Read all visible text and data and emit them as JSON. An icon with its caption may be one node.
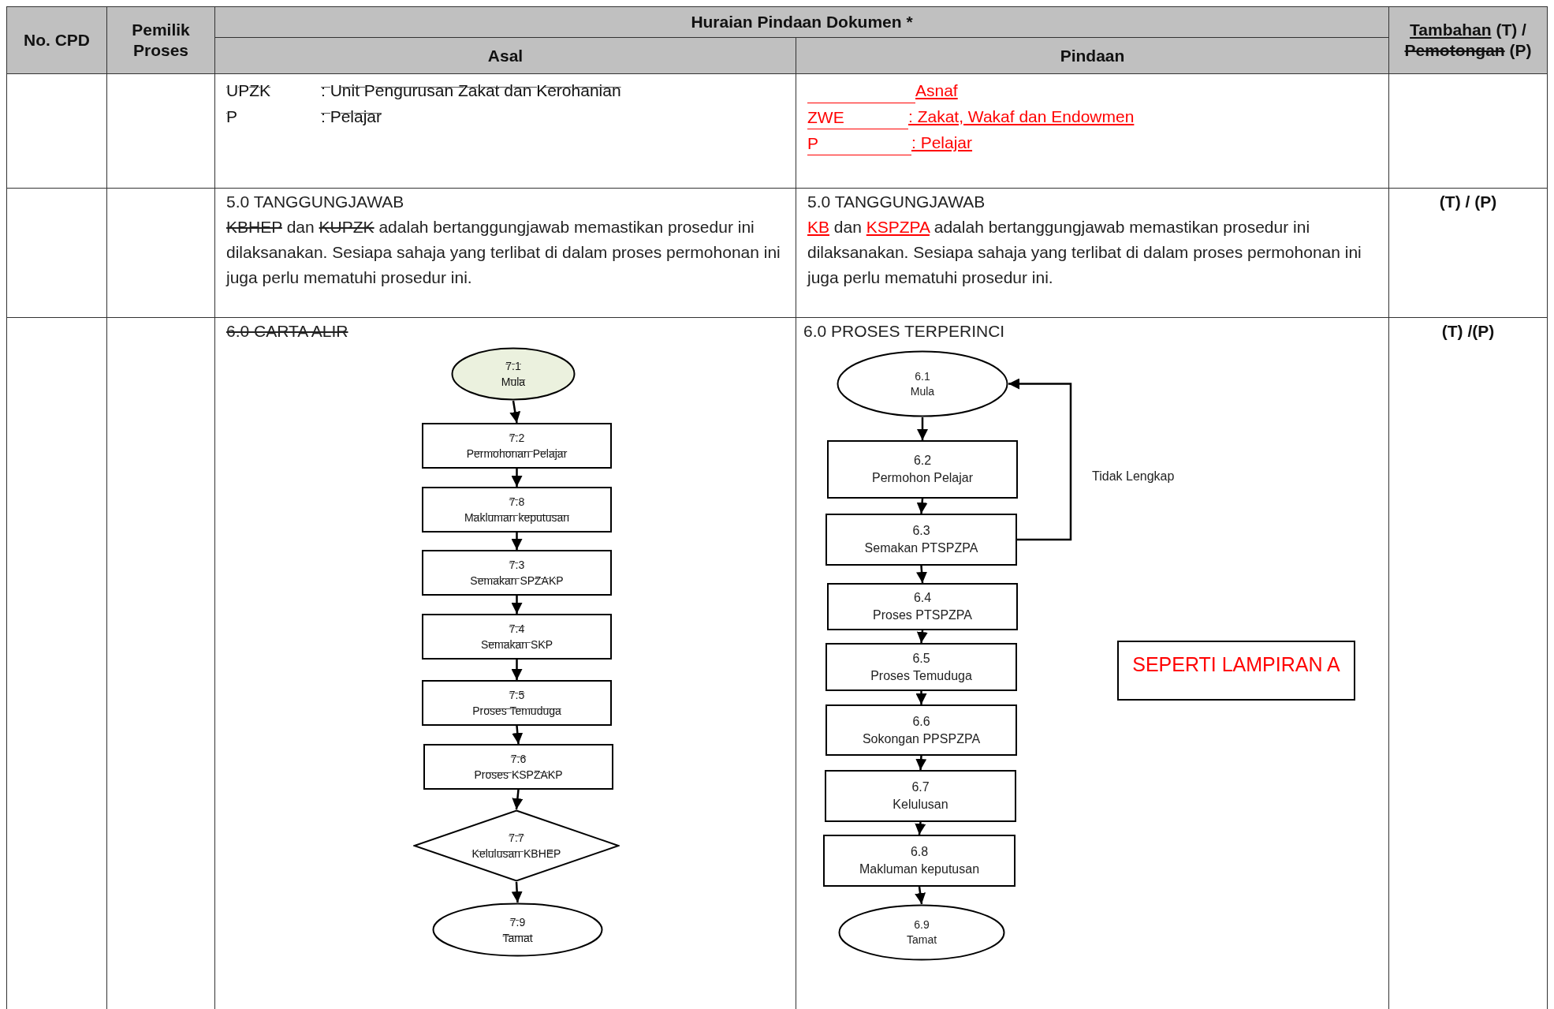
{
  "diagram": {
    "nodes": [
      {
        "text": [
          "7.1",
          "Mula"
        ]
      },
      {
        "text": [
          "7.2",
          "Permohonan Pelajar"
        ]
      },
      {
        "text": [
          "7.8",
          "Makluman keputusan"
        ]
      },
      {
        "text": [
          "7.3",
          "Semakan SPZAKP"
        ]
      },
      {
        "text": [
          "7.4",
          "Semakan SKP"
        ]
      },
      {
        "text": [
          "7.5",
          "Proses Temuduga"
        ]
      },
      {
        "text": [
          "7.6",
          "Proses KSPZAKP"
        ]
      },
      {
        "text": [
          "7.7",
          "Kelulusan KBHEP"
        ]
      },
      {
        "text": [
          "7.9",
          "Tamat"
        ]
      },
      {
        "text": [
          "6.1",
          "Mula"
        ]
      },
      {
        "text": [
          "6.2",
          "Permohon Pelajar"
        ]
      },
      {
        "text": [
          "6.3",
          "Semakan PTSPZPA"
        ]
      },
      {
        "text": [
          "6.4",
          "Proses PTSPZPA"
        ]
      },
      {
        "text": [
          "6.5",
          "Proses Temuduga"
        ]
      },
      {
        "text": [
          "6.6",
          "Sokongan PPSPZPA"
        ]
      },
      {
        "text": [
          "6.7",
          "Kelulusan"
        ]
      },
      {
        "text": [
          "6.8",
          "Makluman keputusan"
        ]
      },
      {
        "text": [
          "6.9",
          "Tamat"
        ]
      },
      {
        "text": [
          "SEPERTI LAMPIRAN A"
        ]
      }
    ],
    "edges": [
      {
        "from": 0,
        "to": 1,
        "arrow": "to"
      },
      {
        "from": 1,
        "to": 2,
        "arrow": "to"
      },
      {
        "from": 2,
        "to": 3,
        "arrow": "to"
      },
      {
        "from": 3,
        "to": 4,
        "arrow": "to"
      },
      {
        "from": 4,
        "to": 5,
        "arrow": "to"
      },
      {
        "from": 5,
        "to": 6,
        "arrow": "to"
      },
      {
        "from": 6,
        "to": 7,
        "arrow": "to"
      },
      {
        "from": 7,
        "to": 8,
        "arrow": "to"
      },
      {
        "from": 9,
        "to": 10,
        "arrow": "to"
      },
      {
        "from": 10,
        "to": 11,
        "arrow": "to"
      },
      {
        "from": 11,
        "to": 12,
        "arrow": "to"
      },
      {
        "from": 12,
        "to": 13,
        "arrow": "to"
      },
      {
        "from": 13,
        "to": 14,
        "arrow": "to"
      },
      {
        "from": 14,
        "to": 15,
        "arrow": "to"
      },
      {
        "from": 15,
        "to": 16,
        "arrow": "to"
      },
      {
        "from": 16,
        "to": 17,
        "arrow": "to"
      },
      {
        "from": 11,
        "to": 9,
        "arrow": "to",
        "label": "Tidak Lengkap"
      }
    ],
    "labels": [
      "No. CPD",
      "Pemilik Proses",
      "Huraian Pindaan Dokumen *",
      "Asal",
      "Pindaan",
      "Tambahan",
      "(T) /",
      "Pemotongan",
      "(P)",
      "UPZK",
      ": Unit Pengurusan Zakat dan Kerohanian",
      "P",
      ": Pelajar",
      "Asnaf",
      "ZWE",
      ": Zakat, Wakaf dan Endowmen",
      "P",
      ": Pelajar",
      "5.0 TANGGUNGJAWAB",
      "KBHEP",
      "dan",
      "KUPZK",
      "adalah bertanggungjawab memastikan prosedur ini dilaksanakan. Sesiapa sahaja yang terlibat di dalam proses permohonan ini juga perlu mematuhi prosedur ini.",
      "5.0 TANGGUNGJAWAB",
      "KB",
      "dan",
      "KSPZPA",
      "adalah bertanggungjawab memastikan prosedur ini dilaksanakan. Sesiapa sahaja yang terlibat di dalam proses permohonan ini juga perlu mematuhi prosedur ini.",
      "(T) / (P)",
      "6.0 CARTA ALIR",
      "6.0 PROSES TERPERINCI",
      "(T) /(P)"
    ]
  }
}
